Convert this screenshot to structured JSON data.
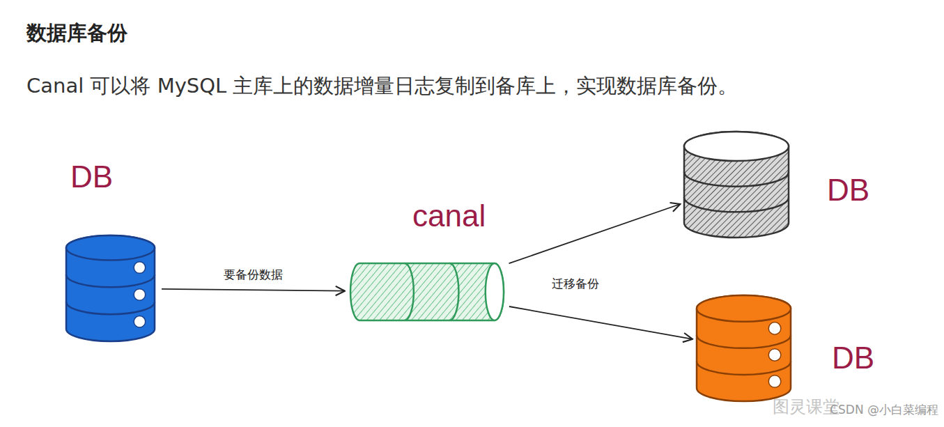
{
  "diagram": {
    "title": "数据库备份",
    "nodes": [
      {
        "text": [
          "DB"
        ]
      },
      {
        "text": [
          "canal"
        ]
      },
      {
        "text": [
          "DB"
        ]
      },
      {
        "text": [
          "DB"
        ]
      }
    ],
    "edges": [
      {
        "from": 0,
        "to": 1,
        "label": "要备份数据",
        "arrow": "to"
      },
      {
        "from": 1,
        "to": 2,
        "label": "迁移备份",
        "arrow": "to"
      },
      {
        "from": 1,
        "to": 3,
        "arrow": "to"
      }
    ],
    "labels": [
      "Canal 可以将 MySQL 主库上的数据增量日志复制到备库上，实现数据库备份。",
      "图灵课堂",
      "CSDN @小白菜编程"
    ]
  }
}
